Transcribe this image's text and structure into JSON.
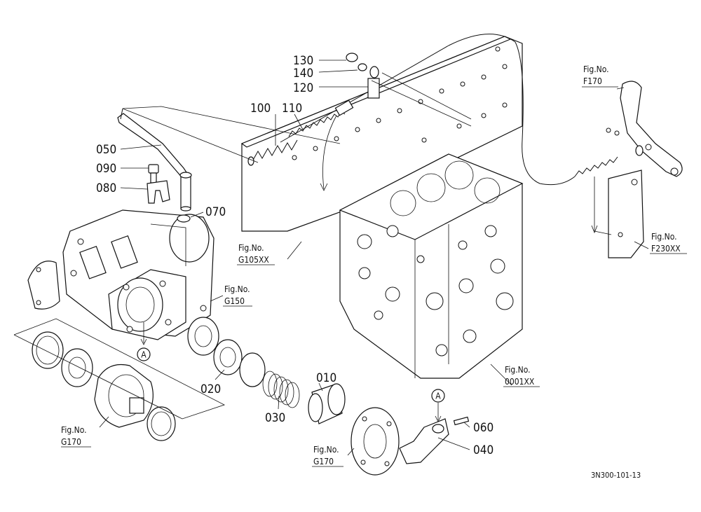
{
  "parts": {
    "p130": "130",
    "p140": "140",
    "p120": "120",
    "p100": "100",
    "p110": "110",
    "p050": "050",
    "p090": "090",
    "p080": "080",
    "p070": "070",
    "p020": "020",
    "p030": "030",
    "p010": "010",
    "p060": "060",
    "p040": "040"
  },
  "figs": {
    "fig_label": "Fig.No.",
    "f170": "F170",
    "f230": "F230XX",
    "g105": "G105XX",
    "g150": "G150",
    "e0001": "0001XX",
    "g170_left": "G170",
    "g170_bottom": "G170"
  },
  "markers": {
    "a1": "A",
    "a2": "A"
  },
  "drawing_code": "3N300-101-13"
}
